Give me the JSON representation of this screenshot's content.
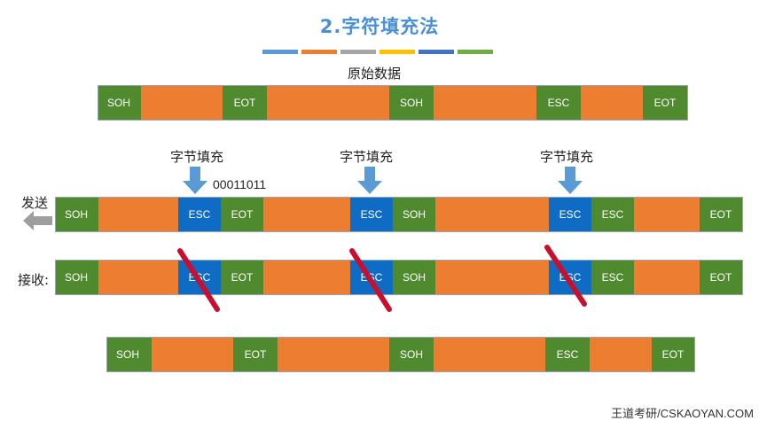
{
  "title": "2.字符填充法",
  "colors": {
    "title": "#4a8fd4",
    "green": "#4f8a2f",
    "orange": "#ed7d31",
    "blue": "#0e6cc4",
    "strike": "#c8102e",
    "arrow": "#5b9bd5",
    "grey_arrow": "#9e9e9e"
  },
  "color_strip": [
    "#5b9bd5",
    "#ed7d31",
    "#a5a5a5",
    "#ffc000",
    "#4472c4",
    "#70ad47"
  ],
  "labels": {
    "original": "原始数据",
    "stuff": "字节填充",
    "binary": "00011011",
    "send": "发送",
    "receive": "接收:"
  },
  "tokens": {
    "soh": "SOH",
    "eot": "EOT",
    "esc": "ESC"
  },
  "footer": "王道考研/CSKAOYAN.COM"
}
